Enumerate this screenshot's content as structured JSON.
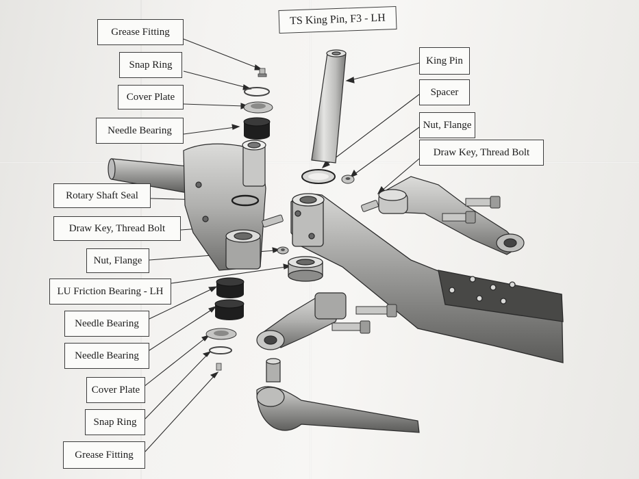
{
  "title": "TS King Pin, F3 - LH",
  "left_callouts": [
    "Grease Fitting",
    "Snap Ring",
    "Cover Plate",
    "Needle Bearing",
    "Rotary Shaft Seal",
    "Draw Key, Thread Bolt",
    "Nut, Flange",
    "LU Friction Bearing - LH",
    "Needle Bearing",
    "Needle Bearing",
    "Cover Plate",
    "Snap Ring",
    "Grease Fitting"
  ],
  "right_callouts": [
    "King Pin",
    "Spacer",
    "Nut, Flange",
    "Draw Key, Thread Bolt"
  ],
  "colors": {
    "ink": "#1c1c1c",
    "line": "#2a2a2a",
    "metal_light": "#d4d4d2",
    "metal_mid": "#a9a9a7",
    "metal_dark": "#5e5e5c",
    "bearing": "#1e1e1e"
  }
}
